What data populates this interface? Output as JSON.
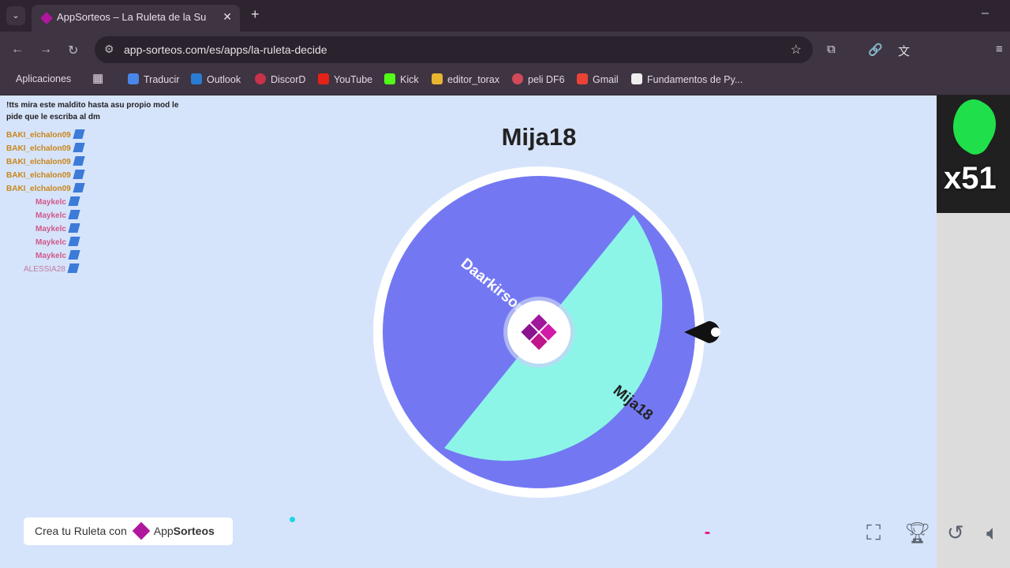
{
  "browser": {
    "tab_title": "AppSorteos – La Ruleta de la Su",
    "url": "app-sorteos.com/es/apps/la-ruleta-decide",
    "bookmarks": [
      {
        "label": "Aplicaciones"
      },
      {
        "label": "Traducir",
        "color": "#4a86e8"
      },
      {
        "label": "Outlook",
        "color": "#2a7cd3"
      },
      {
        "label": "DiscorD",
        "color": "#c8324a"
      },
      {
        "label": "YouTube",
        "color": "#e62117"
      },
      {
        "label": "Kick",
        "color": "#53fc18"
      },
      {
        "label": "editor_torax",
        "color": "#e8b530"
      },
      {
        "label": "peli DF6",
        "color": "#d04a5a"
      },
      {
        "label": "Gmail",
        "color": "#ea4335"
      },
      {
        "label": "Fundamentos de Py...",
        "color": "#eeeeee"
      }
    ]
  },
  "wheel": {
    "winner": "Mija18",
    "segments": [
      {
        "label": "Daarkirson",
        "color": "#7378f2"
      },
      {
        "label": "Mija18",
        "color": "#8cf5e8"
      }
    ]
  },
  "credit": {
    "prefix": "Crea tu Ruleta con",
    "brand_a": "App",
    "brand_b": "Sorteos"
  },
  "controls": [
    "fullscreen-icon",
    "trophy-icon",
    "reset-icon",
    "sound-icon"
  ],
  "overlay": {
    "combo": "x51",
    "chat": [
      {
        "user": "",
        "text": "!tts mira este maldito hasta asu propio mod le pide que le escriba al dm"
      },
      {
        "user": "BAKI_elchalon09"
      },
      {
        "user": "BAKI_elchalon09"
      },
      {
        "user": "BAKI_elchalon09"
      },
      {
        "user": "BAKI_elchalon09"
      },
      {
        "user": "BAKI_elchalon09"
      },
      {
        "user": "Maykelc"
      },
      {
        "user": "Maykelc"
      },
      {
        "user": "Maykelc"
      },
      {
        "user": "Maykelc"
      },
      {
        "user": "Maykelc"
      },
      {
        "user": "ALESSIA28"
      }
    ]
  }
}
